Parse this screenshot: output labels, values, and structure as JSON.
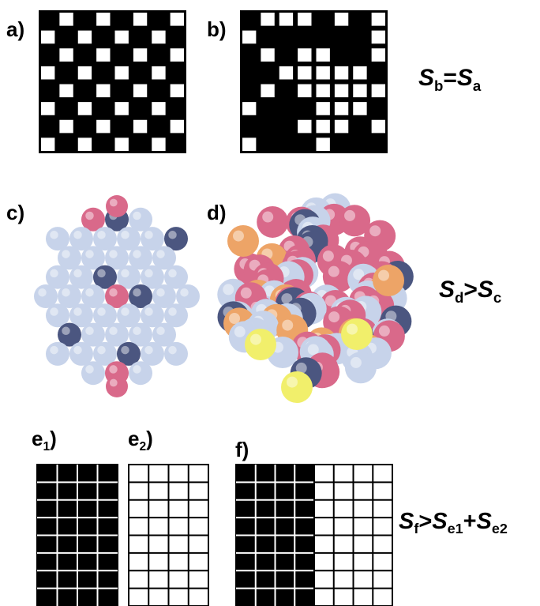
{
  "panels": {
    "a": "a)",
    "b": "b)",
    "c": "c)",
    "d": "d)",
    "e1": {
      "letter": "e",
      "sub": "1",
      "close": ")"
    },
    "e2": {
      "letter": "e",
      "sub": "2",
      "close": ")"
    },
    "f": "f)"
  },
  "relations": {
    "row1": {
      "s1": "S",
      "sub1": "b",
      "op": "=",
      "s2": "S",
      "sub2": "a"
    },
    "row2": {
      "s1": "S",
      "sub1": "d",
      "op": ">",
      "s2": "S",
      "sub2": "c"
    },
    "row3": {
      "s1": "S",
      "sub1": "f",
      "op": ">",
      "s2": "S",
      "sub2": "e1",
      "op2": "+",
      "s3": "S",
      "sub3": "e2"
    }
  },
  "colors": {
    "black": "#000000",
    "white": "#ffffff",
    "ball_blue": "#c7d3ea",
    "ball_navy": "#4b5680",
    "ball_pink": "#d9698a",
    "ball_orange": "#eda467",
    "ball_yellow": "#f1ef6b"
  }
}
